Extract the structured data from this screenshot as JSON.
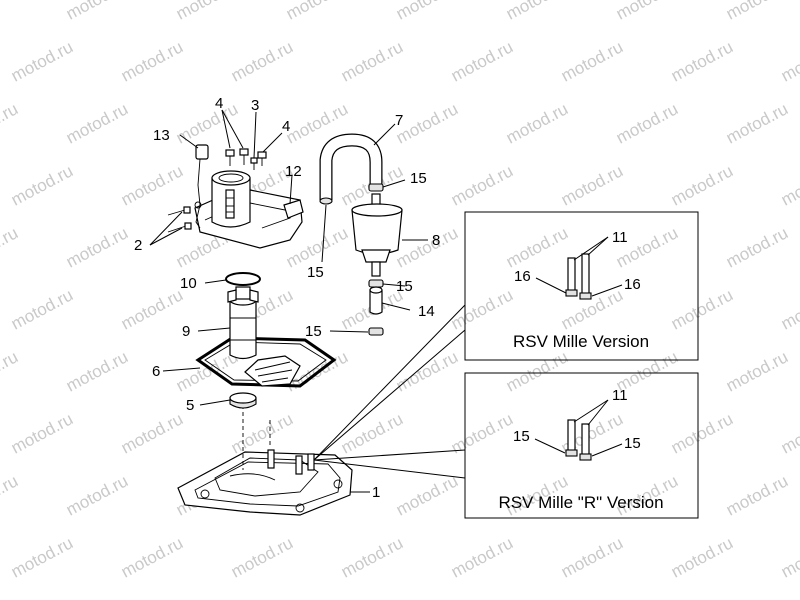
{
  "watermark": "motod.ru",
  "inset_boxes": [
    {
      "caption": "RSV Mille Version"
    },
    {
      "caption": "RSV Mille \"R\" Version"
    }
  ],
  "callouts": {
    "c1": "1",
    "c2": "2",
    "c3": "3",
    "c4a": "4",
    "c4b": "4",
    "c5": "5",
    "c6": "6",
    "c7": "7",
    "c8": "8",
    "c9": "9",
    "c10": "10",
    "c11a": "11",
    "c11b": "11",
    "c12": "12",
    "c13": "13",
    "c14": "14",
    "c15a": "15",
    "c15b": "15",
    "c15c": "15",
    "c15d": "15",
    "c15e": "15",
    "c15f": "15",
    "c16a": "16",
    "c16b": "16"
  }
}
